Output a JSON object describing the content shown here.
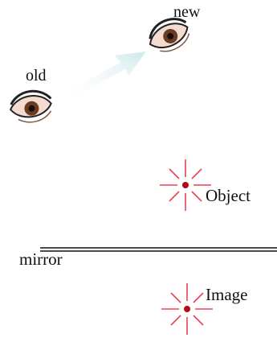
{
  "labels": {
    "new_eye": "new",
    "old_eye": "old",
    "object": "Object",
    "mirror": "mirror",
    "image": "Image"
  },
  "colors": {
    "arrow": "#cfe8ec",
    "star": "#e8434b",
    "dot": "#b00a14",
    "mirror_line": "#111111",
    "eye_skin": "#f3dccf",
    "iris": "#6b3a22",
    "outline": "#222222"
  },
  "icons": {
    "new_eye": "eye-icon",
    "old_eye": "eye-icon",
    "object": "sparkle-point-icon",
    "image": "sparkle-point-icon"
  }
}
